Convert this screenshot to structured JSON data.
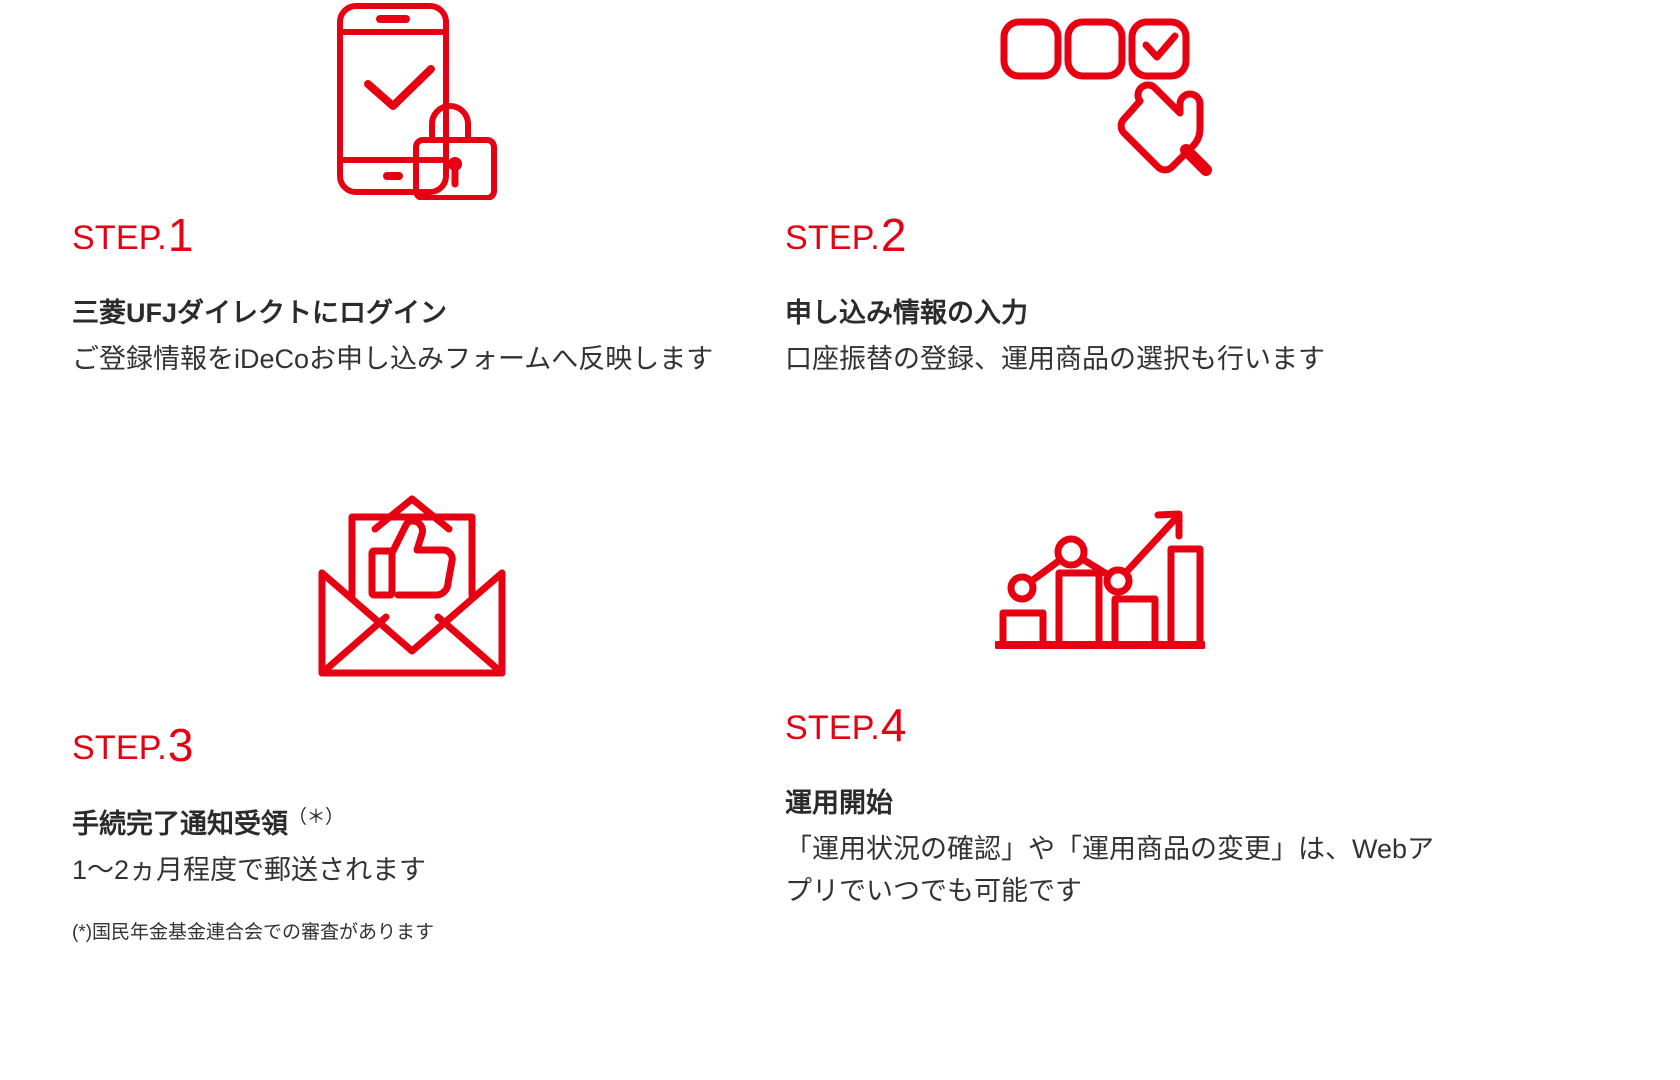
{
  "theme": {
    "accent_red": "#E60012",
    "text_dark": "#333333",
    "background": "#FFFFFF"
  },
  "steps": [
    {
      "label_word": "STEP.",
      "number": "1",
      "icon": "smartphone-check-lock-icon",
      "title": "三菱UFJダイレクトにログイン",
      "description": "ご登録情報をiDeCoお申し込みフォームへ反映します",
      "footnote": ""
    },
    {
      "label_word": "STEP.",
      "number": "2",
      "icon": "checkbox-hand-pointer-icon",
      "title": "申し込み情報の入力",
      "description": "口座振替の登録、運用商品の選択も行います",
      "footnote": ""
    },
    {
      "label_word": "STEP.",
      "number": "3",
      "icon": "envelope-thumbs-up-icon",
      "title": "手続完了通知受領",
      "title_note": "（＊）",
      "description": "1〜2ヵ月程度で郵送されます",
      "footnote": "(*)国民年金基金連合会での審査があります"
    },
    {
      "label_word": "STEP.",
      "number": "4",
      "icon": "growth-chart-icon",
      "title": "運用開始",
      "description": "「運用状況の確認」や「運用商品の変更」は、Webアプリでいつでも可能です",
      "footnote": ""
    }
  ]
}
